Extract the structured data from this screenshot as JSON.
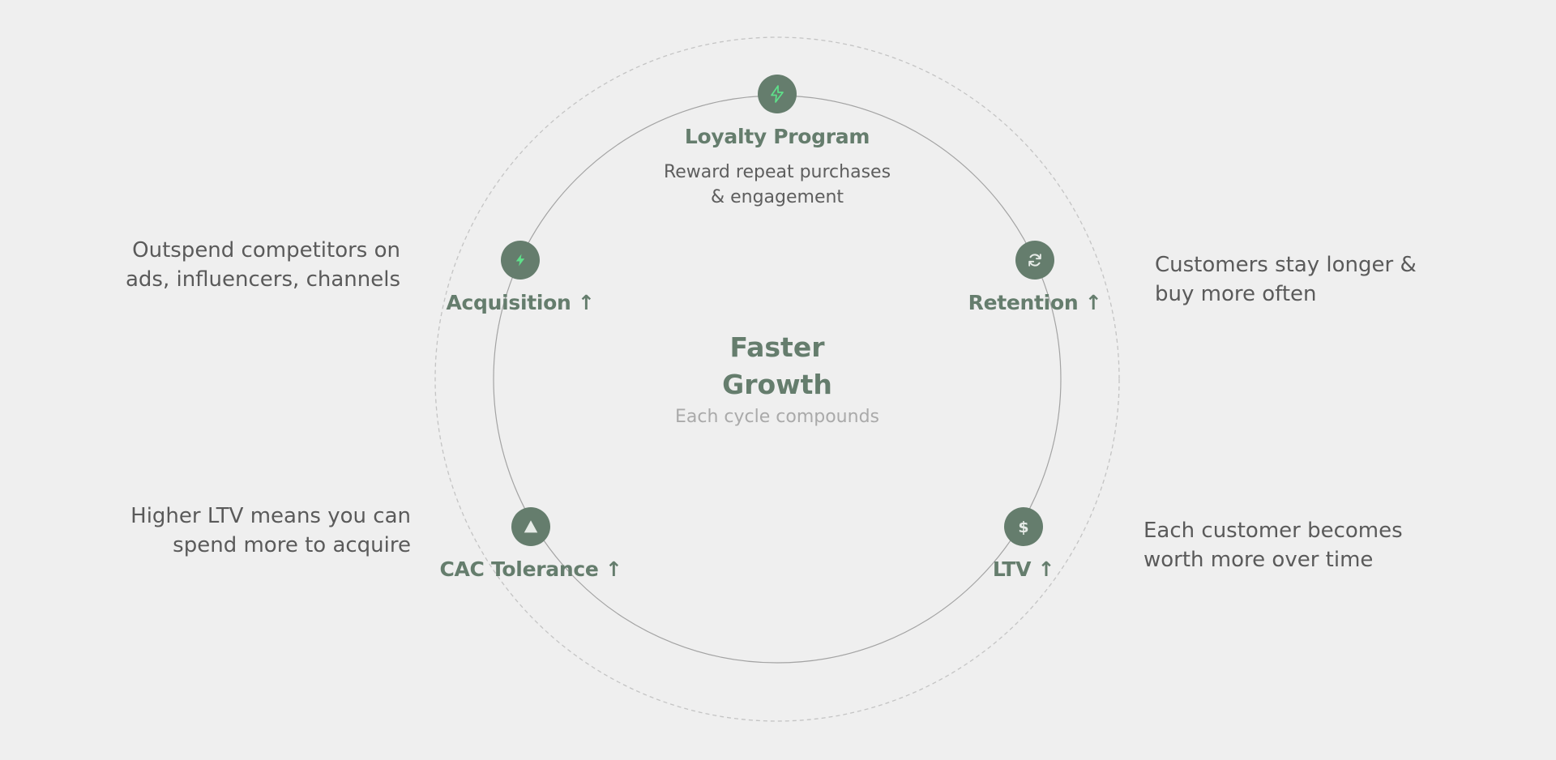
{
  "colors": {
    "background": "#efefef",
    "node_fill": "#657d6d",
    "accent_green": "#5ee08a",
    "icon_light": "#e6ebe7",
    "label": "#657d6d",
    "note_text": "#5a5a5a",
    "muted": "#aaaaaa"
  },
  "center": {
    "title_line1": "Faster",
    "title_line2": "Growth",
    "subtitle": "Each cycle compounds"
  },
  "nodes": [
    {
      "id": "loyalty",
      "label": "Loyalty Program",
      "description_line1": "Reward repeat purchases",
      "description_line2": "& engagement",
      "icon": "lightning-outline-icon"
    },
    {
      "id": "retention",
      "label": "Retention ↑",
      "note_line1": "Customers stay longer &",
      "note_line2": "buy more often",
      "icon": "refresh-icon"
    },
    {
      "id": "ltv",
      "label": "LTV ↑",
      "note_line1": "Each customer becomes",
      "note_line2": "worth more over time",
      "icon": "dollar-icon"
    },
    {
      "id": "cac",
      "label": "CAC Tolerance ↑",
      "note_line1": "Higher LTV means you can",
      "note_line2": "spend more to acquire",
      "icon": "triangle-icon"
    },
    {
      "id": "acquisition",
      "label": "Acquisition ↑",
      "note_line1": "Outspend competitors on",
      "note_line2": "ads, influencers, channels",
      "icon": "lightning-icon"
    }
  ]
}
